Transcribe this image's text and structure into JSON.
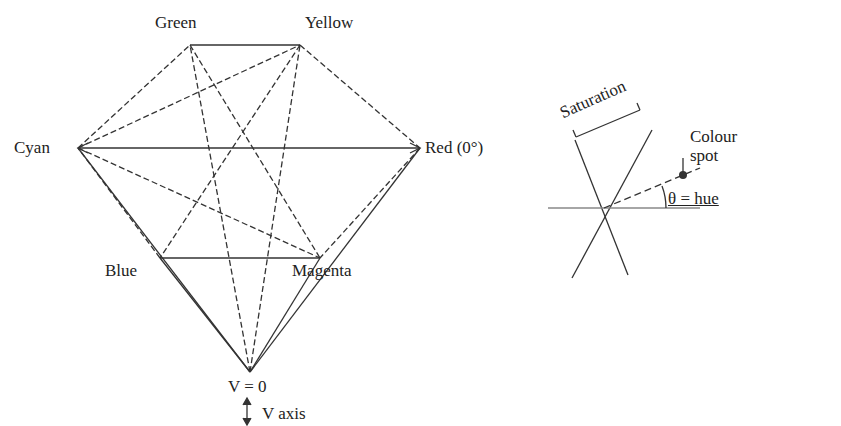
{
  "diagram": {
    "labels": [
      "Green",
      "Yellow",
      "Colour spot",
      "Cyan",
      "Red (0°)",
      "Saturation",
      "θ = hue",
      "Blue",
      "Magenta",
      "V = 0",
      "V axis"
    ]
  }
}
